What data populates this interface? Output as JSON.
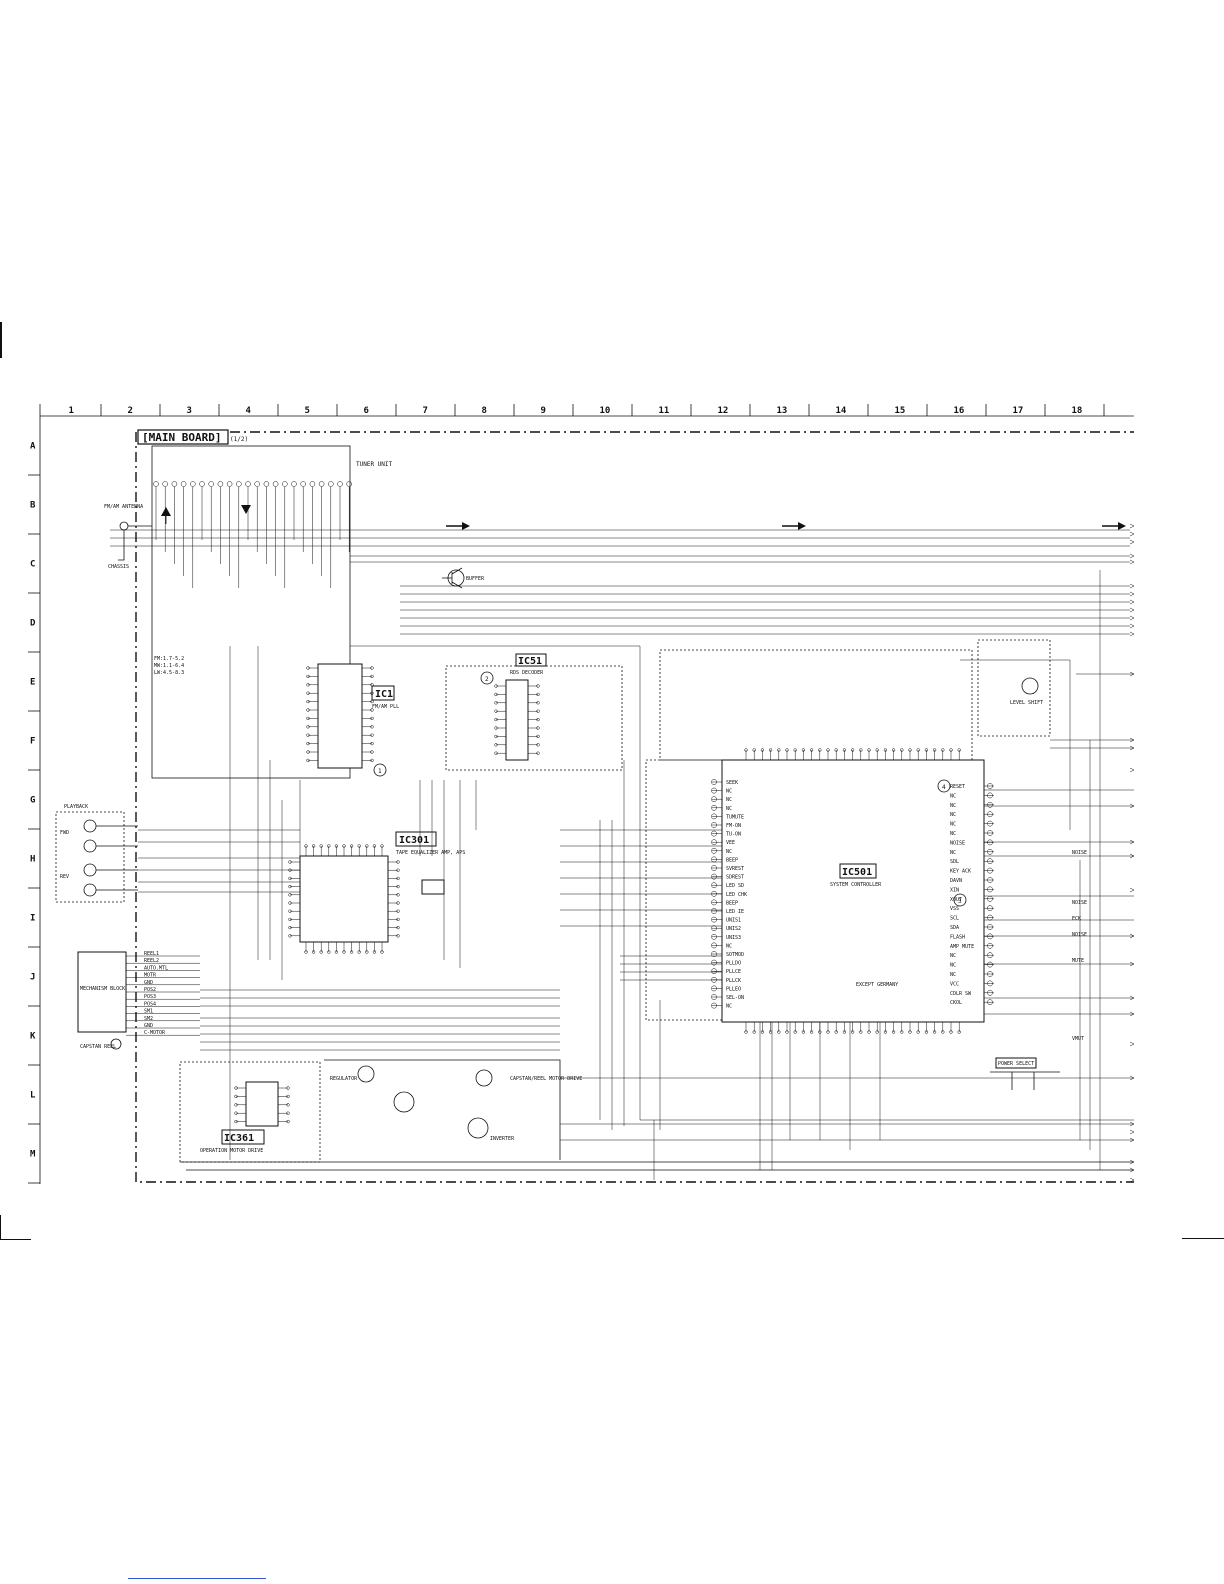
{
  "columns": [
    "1",
    "2",
    "3",
    "4",
    "5",
    "6",
    "7",
    "8",
    "9",
    "10",
    "11",
    "12",
    "13",
    "14",
    "15",
    "16",
    "17",
    "18"
  ],
  "rows": [
    "A",
    "B",
    "C",
    "D",
    "E",
    "F",
    "G",
    "H",
    "I",
    "J",
    "K",
    "L",
    "M"
  ],
  "board_title": "[MAIN BOARD]",
  "board_part": "(1/2)",
  "antenna_label": "FM/AM ANTENNA",
  "chassis_label": "CHASSIS",
  "tuner_unit": "TUNER UNIT",
  "buffer_label": "BUFFER",
  "ics": {
    "ic1": {
      "name": "IC1",
      "desc": "FM/AM PLL"
    },
    "ic51": {
      "name": "IC51",
      "desc": "RDS DECODER"
    },
    "ic301": {
      "name": "IC301",
      "desc": "TAPE EQUALIZER AMP, APS"
    },
    "ic361": {
      "name": "IC361",
      "desc": "OPERATION MOTOR DRIVE"
    },
    "ic501": {
      "name": "IC501",
      "desc": "SYSTEM CONTROLLER"
    }
  },
  "blocks": {
    "mechanism": "MECHANISM BLOCK",
    "playback_head": "PLAYBACK",
    "fwd": "FWD",
    "rev": "REV",
    "capstan_reel": "CAPSTAN REEL",
    "regulator": "REGULATOR",
    "motor_drive": "CAPSTAN/REEL MOTOR DRIVE",
    "inverter": "INVERTER",
    "level_shift": "LEVEL SHIFT",
    "power_select": "POWER SELECT",
    "except_germany": "EXCEPT GERMANY"
  },
  "callouts": [
    "1",
    "2",
    "3",
    "4"
  ],
  "ic501_left_pins": [
    "SEEK",
    "NC",
    "NC",
    "NC",
    "TUMUTE",
    "FM-ON",
    "TU-ON",
    "VEE",
    "NC",
    "BEEP",
    "SVREST",
    "SDREST",
    "LED SD",
    "LED CHK",
    "BEEP",
    "LED IE",
    "UNIS1",
    "UNIS2",
    "UNIS3",
    "NC",
    "SOTMOD",
    "PLLDO",
    "PLLCE",
    "PLLCK",
    "PLLEO",
    "SEL-ON",
    "NC"
  ],
  "ic501_right_pins": [
    "RESET",
    "NC",
    "NC",
    "NC",
    "NC",
    "NC",
    "NOISE",
    "NC",
    "SDL",
    "KEY ACK",
    "DAVN",
    "XIN",
    "XOUT",
    "VSS",
    "SCL",
    "SDA",
    "FLASH",
    "AMP MUTE",
    "NC",
    "NC",
    "NC",
    "VCC",
    "CDLR SW",
    "CKOL"
  ],
  "right_nets": [
    "NOISE",
    "NOISE",
    "ECK",
    "NOISE",
    "MUTE",
    "VMUT"
  ],
  "mechanism_pins": [
    "REEL1",
    "REEL2",
    "AUTO.MTL",
    "MOTR",
    "GND",
    "POS2",
    "POS3",
    "POS4",
    "SM1",
    "SM2",
    "GND",
    "C-MOTOR"
  ],
  "notes": {
    "fm": "FM:1.7-5.2",
    "mw": "MW:1.1-6.4",
    "lw": "LW:4.5-8.3"
  }
}
